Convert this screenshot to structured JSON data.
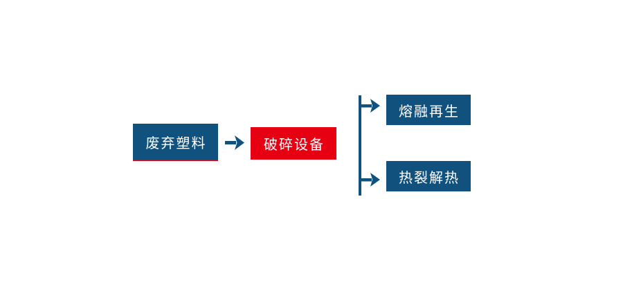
{
  "diagram": {
    "type": "flowchart",
    "background": "#ffffff",
    "colors": {
      "node_blue": "#11517e",
      "node_red": "#e60012",
      "connector_blue": "#11517e",
      "source_underline_red": "#e60012",
      "text_white": "#ffffff"
    },
    "nodes": {
      "source": {
        "label": "废弃塑料",
        "style": "blue-with-red-underline"
      },
      "process": {
        "label": "破碎设备",
        "style": "red"
      },
      "branch_top": {
        "label": "熔融再生",
        "style": "blue"
      },
      "branch_bottom": {
        "label": "热裂解热",
        "style": "blue"
      }
    },
    "edges": [
      {
        "from": "废弃塑料",
        "to": "破碎设备",
        "connector": "arrow-right"
      },
      {
        "from": "破碎设备",
        "to": "熔融再生",
        "connector": "branch-arrow-right"
      },
      {
        "from": "破碎设备",
        "to": "热裂解热",
        "connector": "branch-arrow-right"
      }
    ],
    "icons": {
      "main_arrow": "arrow-right-icon",
      "branch_top_arrow": "arrow-right-icon",
      "branch_bottom_arrow": "arrow-right-icon"
    }
  }
}
